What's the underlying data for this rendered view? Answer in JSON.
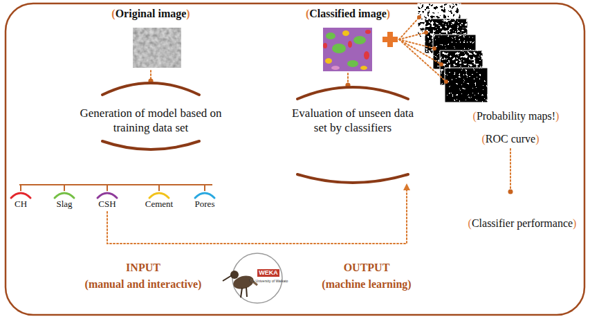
{
  "diagram": {
    "nodes": [
      {
        "text": [
          "(Original image)"
        ]
      },
      {
        "text": [
          "(Classified image)"
        ]
      },
      {
        "text": [
          "Generation of model based on training data set"
        ]
      },
      {
        "text": [
          "Evaluation of unseen data set by classifiers"
        ]
      },
      {
        "text": [
          "CH"
        ]
      },
      {
        "text": [
          "Slag"
        ]
      },
      {
        "text": [
          "CSH"
        ]
      },
      {
        "text": [
          "Cement"
        ]
      },
      {
        "text": [
          "Pores"
        ]
      }
    ],
    "edges": [
      {
        "from": 0,
        "to": 2,
        "arrow": "none"
      },
      {
        "from": 1,
        "to": 3,
        "arrow": "none"
      },
      {
        "from": 6,
        "to": 3,
        "arrow": "to"
      }
    ],
    "labels": [
      "(Probability maps!)",
      "(ROC curve)",
      "(Classifier performance)",
      "INPUT",
      "(manual and interactive)",
      "OUTPUT",
      "(machine learning)",
      "WEKA",
      "The University of Waikato"
    ]
  }
}
